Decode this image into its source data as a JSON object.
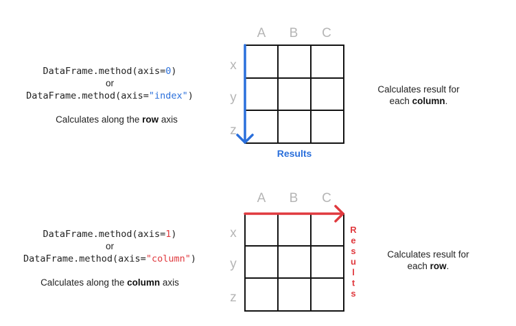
{
  "top": {
    "code_prefix": "DataFrame.method(axis=",
    "code1_value": "0",
    "code_suffix": ")",
    "or_text": "or",
    "code2_prefix": "DataFrame.method(axis=",
    "code2_value": "\"index\"",
    "code2_suffix": ")",
    "along_prefix": "Calculates along the ",
    "along_bold": "row",
    "along_suffix": " axis",
    "calc_line1": "Calculates result for",
    "calc_line2_prefix": "each ",
    "calc_line2_bold": "column",
    "calc_line2_suffix": ".",
    "results_label": "Results",
    "arrow_color": "#2a6fdb"
  },
  "bottom": {
    "code_prefix": "DataFrame.method(axis=",
    "code1_value": "1",
    "code_suffix": ")",
    "or_text": "or",
    "code2_prefix": "DataFrame.method(axis=",
    "code2_value": "\"column\"",
    "code2_suffix": ")",
    "along_prefix": "Calculates along the ",
    "along_bold": "column",
    "along_suffix": " axis",
    "calc_line1": "Calculates result for",
    "calc_line2_prefix": "each ",
    "calc_line2_bold": "row",
    "calc_line2_suffix": ".",
    "results_label": "Results",
    "arrow_color": "#e0393e"
  },
  "grid": {
    "columns": [
      "A",
      "B",
      "C"
    ],
    "rows": [
      "x",
      "y",
      "z"
    ]
  }
}
